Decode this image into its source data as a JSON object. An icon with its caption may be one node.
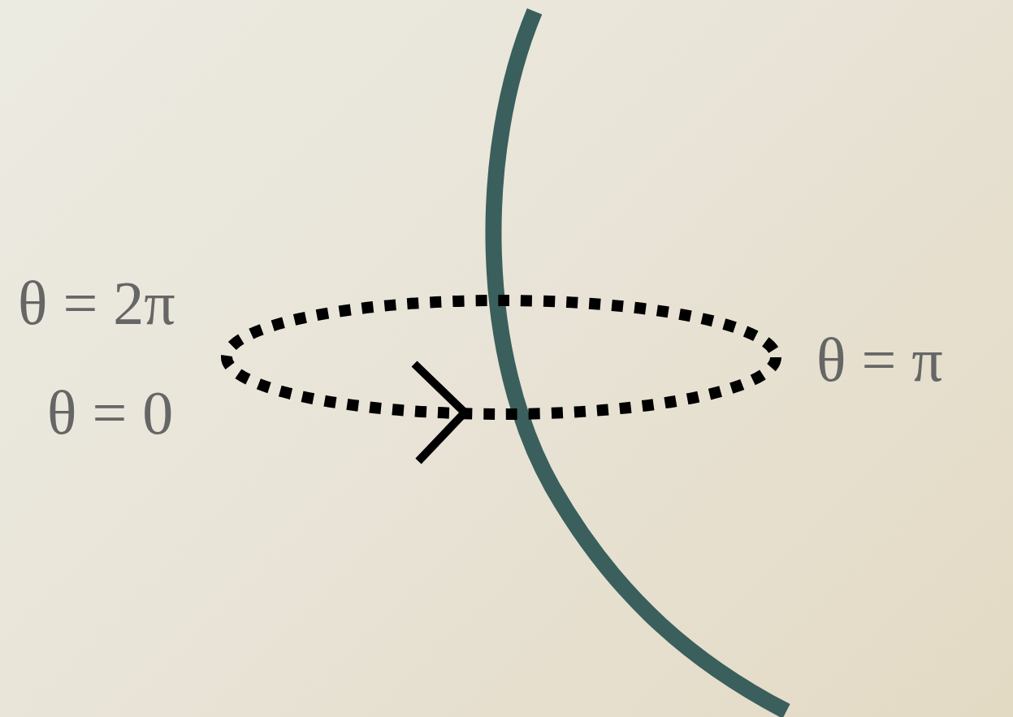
{
  "diagram": {
    "labels": [
      "θ = 2π",
      "θ = 0",
      "θ = π"
    ]
  }
}
